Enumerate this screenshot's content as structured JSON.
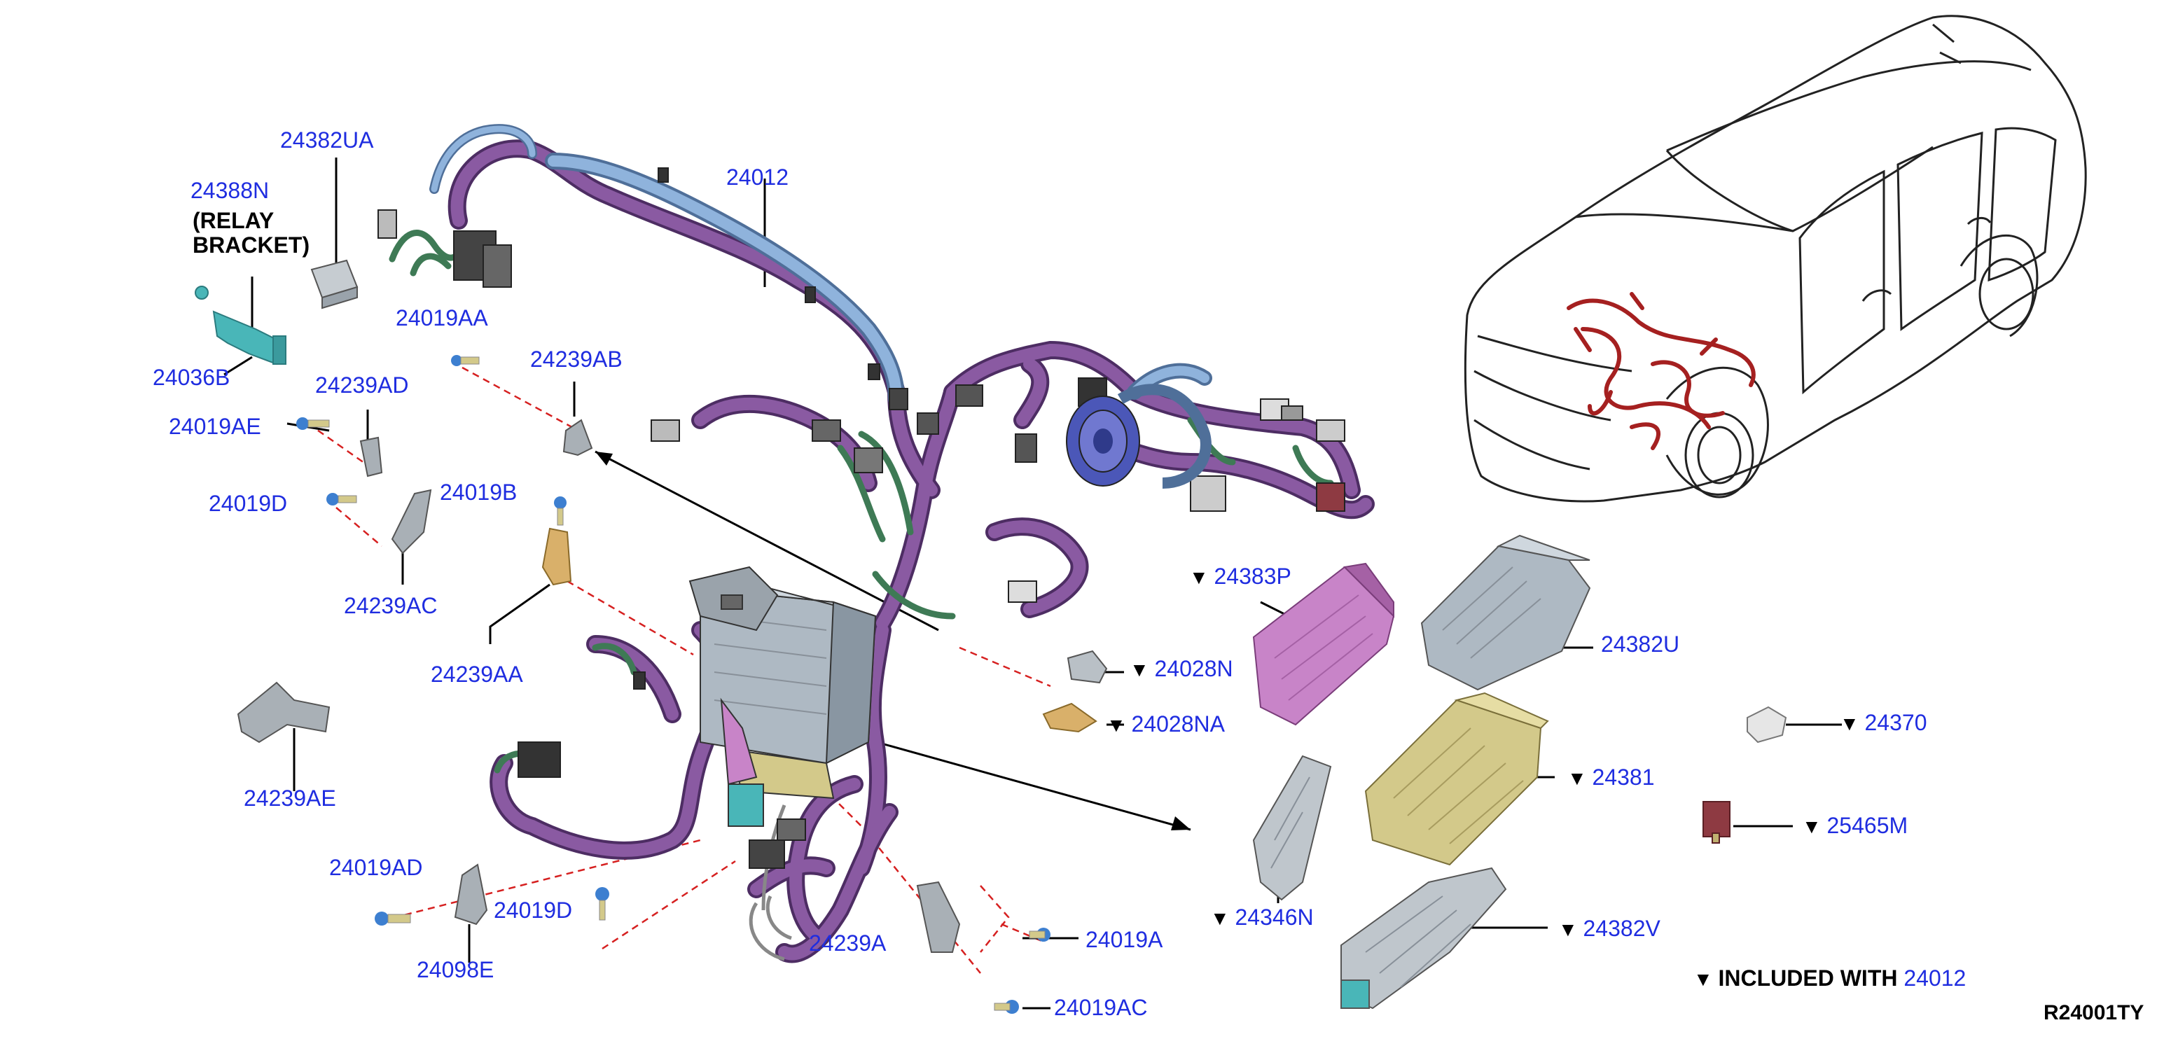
{
  "diagram": {
    "part_labels": [
      {
        "id": "24382UA",
        "marked": false
      },
      {
        "id": "24388N",
        "marked": false
      },
      {
        "id": "24012",
        "marked": false
      },
      {
        "id": "24019AA",
        "marked": false
      },
      {
        "id": "24036B",
        "marked": false
      },
      {
        "id": "24239AD",
        "marked": false
      },
      {
        "id": "24239AB",
        "marked": false
      },
      {
        "id": "24019AE",
        "marked": false
      },
      {
        "id": "24019B",
        "marked": false
      },
      {
        "id": "24019D",
        "marked": false
      },
      {
        "id": "24383P",
        "marked": true
      },
      {
        "id": "24239AC",
        "marked": false
      },
      {
        "id": "24382U",
        "marked": false
      },
      {
        "id": "24028N",
        "marked": true
      },
      {
        "id": "24239AA",
        "marked": false
      },
      {
        "id": "24028NA",
        "marked": true
      },
      {
        "id": "24370",
        "marked": true
      },
      {
        "id": "24381",
        "marked": true
      },
      {
        "id": "24239AE",
        "marked": false
      },
      {
        "id": "25465M",
        "marked": true
      },
      {
        "id": "24019AD",
        "marked": false
      },
      {
        "id": "24346N",
        "marked": true
      },
      {
        "id": "24019D",
        "marked": false
      },
      {
        "id": "24382V",
        "marked": true
      },
      {
        "id": "24239A",
        "marked": false
      },
      {
        "id": "24019A",
        "marked": false
      },
      {
        "id": "24098E",
        "marked": false
      },
      {
        "id": "24019AC",
        "marked": false
      }
    ],
    "relay_bracket_note": [
      "(RELAY",
      "BRACKET)"
    ],
    "legend": {
      "text": "INCLUDED WITH",
      "ref": "24012"
    },
    "diagram_code": "R24001TY"
  },
  "colors": {
    "label_blue": "#1f2de0",
    "harness_purple": "#7a4a8e",
    "harness_blue": "#7fa6d4",
    "harness_green": "#3e7a55",
    "box_grey": "#aeb9c3",
    "cover_pink": "#c884c8",
    "box_yellow": "#d3c98a",
    "fuse_red": "#8e3a42",
    "bracket_teal": "#49b6b8",
    "leader_red": "#d62020",
    "vehicle_harness": "#a52020"
  }
}
